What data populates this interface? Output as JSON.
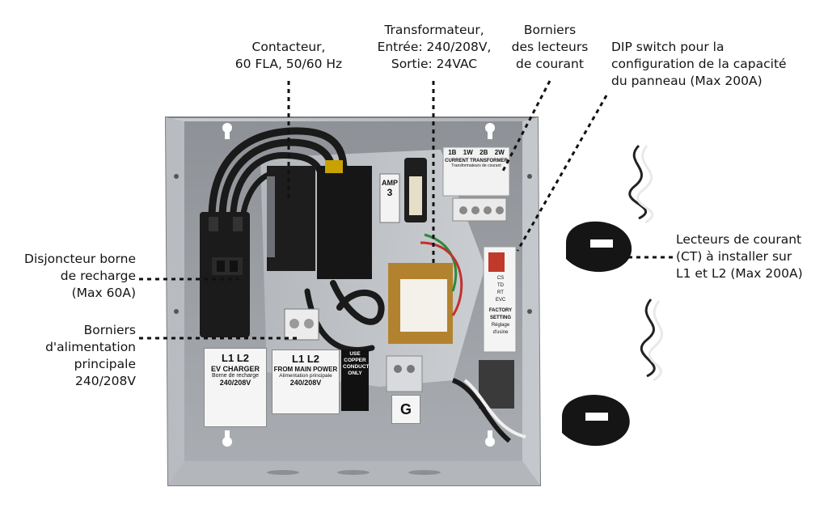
{
  "labels": {
    "contactor": [
      "Contacteur,",
      "60 FLA, 50/60 Hz"
    ],
    "transformer": [
      "Transformateur,",
      "Entrée: 240/208V,",
      "Sortie: 24VAC"
    ],
    "ct_terminals": [
      "Borniers",
      "des lecteurs",
      "de courant"
    ],
    "dip_switch": [
      "DIP switch pour la",
      "configuration de la capacité",
      "du panneau (Max 200A)"
    ],
    "breaker": [
      "Disjoncteur borne",
      "de recharge",
      "(Max 60A)"
    ],
    "main_terminals": [
      "Borniers",
      "d'alimentation",
      "principale",
      "240/208V"
    ],
    "ct_sensors": [
      "Lecteurs de courant",
      "(CT) à installer sur",
      "L1 et L2 (Max 200A)"
    ]
  },
  "stickers": {
    "ev": {
      "l1": "L1",
      "l2": "L2",
      "title": "EV CHARGER",
      "sub": "Borne de recharge",
      "voltage": "240/208V"
    },
    "main": {
      "l1": "L1",
      "l2": "L2",
      "title": "FROM MAIN POWER",
      "sub": "Alimentation principale",
      "voltage": "240/208V"
    },
    "copper": "USE COPPER CONDUCTORS ONLY",
    "ground": "G",
    "amp": [
      "AMP",
      "3"
    ],
    "ct_block": {
      "top": [
        "1B",
        "1W",
        "2B",
        "2W"
      ],
      "title": "CURRENT TRANSFORMER",
      "sub": "Transformateurs de courant"
    },
    "dip": {
      "codes": [
        "CS",
        "TD",
        "RT",
        "EVC"
      ],
      "title": "FACTORY SETTING",
      "sub": "Réglage d'usine"
    }
  }
}
